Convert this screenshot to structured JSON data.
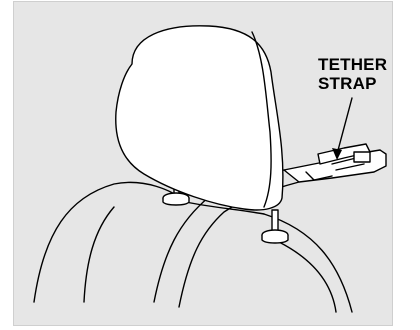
{
  "callout": {
    "line1": "TETHER",
    "line2": "STRAP"
  },
  "colors": {
    "background": "#e6e6e6",
    "line": "#000000",
    "fill": "#ffffff"
  },
  "icons": [
    "headrest-illustration",
    "tether-strap-illustration",
    "leader-arrow"
  ]
}
